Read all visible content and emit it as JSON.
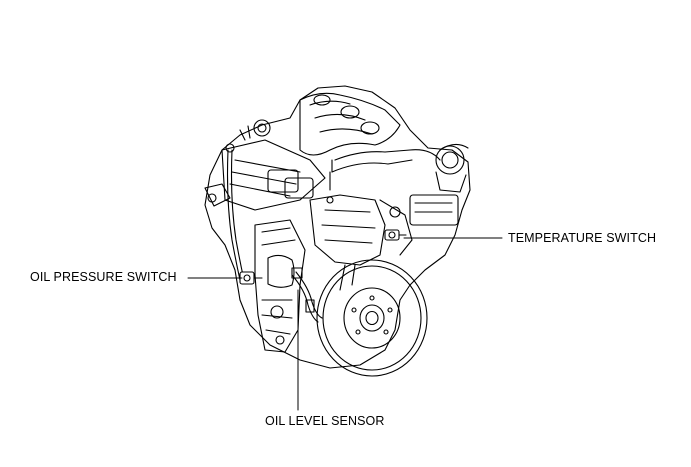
{
  "diagram": {
    "labels": {
      "oil_pressure_switch": "OIL PRESSURE SWITCH",
      "temperature_switch": "TEMPERATURE SWITCH",
      "oil_level_sensor": "OIL LEVEL SENSOR"
    }
  }
}
